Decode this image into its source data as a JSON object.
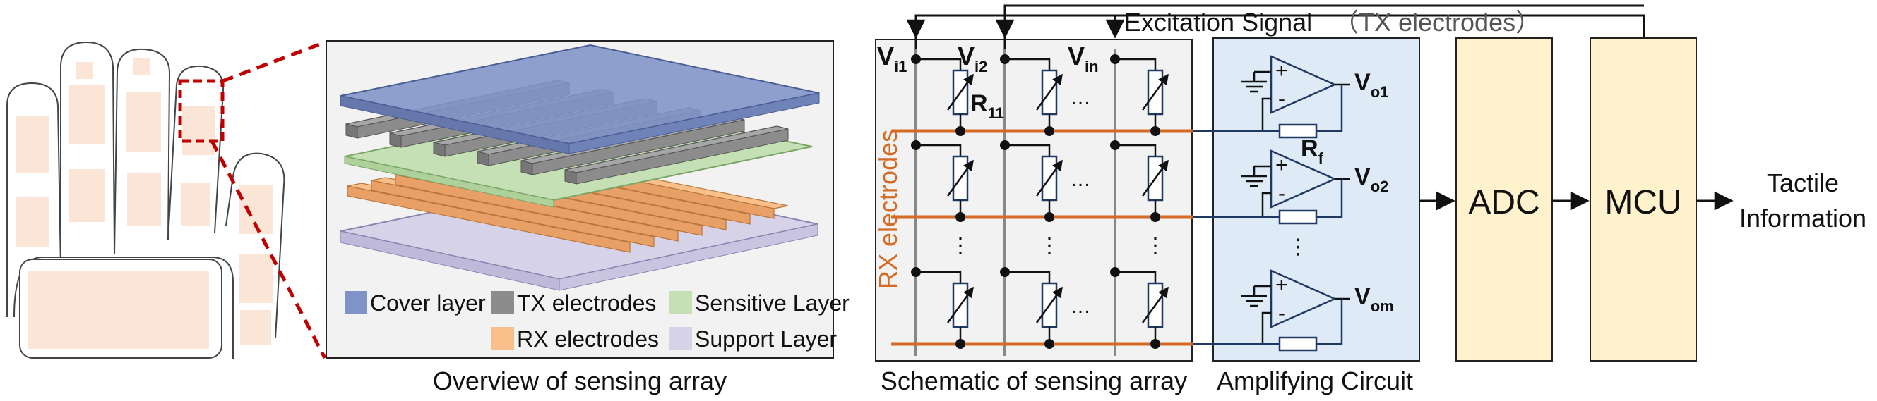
{
  "colors": {
    "cover": "#7f93c8",
    "tx": "#8c8c8c",
    "sensitive": "#c5e0b4",
    "rx": "#f8bf8a",
    "support": "#d6d2e8",
    "rx_line": "#d46a24",
    "amp_bg": "#deebf7",
    "block_bg": "#fff2cc",
    "panel_bg": "#f2f2f2",
    "leader": "#c00000"
  },
  "captions": {
    "overview": "Overview of sensing array",
    "schematic": "Schematic of sensing array",
    "amplifying": "Amplifying Circuit"
  },
  "legend": {
    "cover": "Cover layer",
    "tx": "TX electrodes",
    "sensitive": "Sensitive Layer",
    "rx": "RX electrodes",
    "support": "Support Layer"
  },
  "schematic": {
    "excitation": "Excitation Signal",
    "excitation_paren": "（TX electrodes）",
    "rx_label": "RX electrodes",
    "col_labels": [
      {
        "main": "V",
        "sub": "i1"
      },
      {
        "main": "V",
        "sub": "i2"
      },
      {
        "main": "V",
        "sub": "in"
      }
    ],
    "resistor": {
      "main": "R",
      "sub": "11"
    },
    "ellipsis": "…",
    "vdots": "⋮"
  },
  "amplifier": {
    "outputs": [
      {
        "main": "V",
        "sub": "o1"
      },
      {
        "main": "V",
        "sub": "o2"
      },
      {
        "main": "V",
        "sub": "om"
      }
    ],
    "rf": {
      "main": "R",
      "sub": "f"
    },
    "plus": "+",
    "minus": "-",
    "vdots": "⋮"
  },
  "blocks": {
    "adc": "ADC",
    "mcu": "MCU",
    "output_line1": "Tactile",
    "output_line2": "Information"
  }
}
